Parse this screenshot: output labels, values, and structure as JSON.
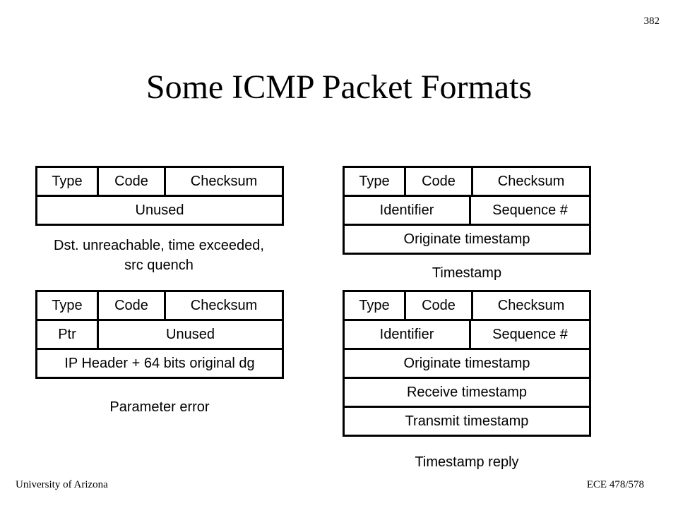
{
  "slide": {
    "page_number": "382",
    "title": "Some ICMP Packet Formats",
    "footer_left": "University of Arizona",
    "footer_right": "ECE 478/578"
  },
  "labels": {
    "type": "Type",
    "code": "Code",
    "checksum": "Checksum",
    "unused": "Unused",
    "ptr": "Ptr",
    "identifier": "Identifier",
    "sequence": "Sequence #",
    "ip_header": "IP Header + 64 bits original dg",
    "originate_ts": "Originate timestamp",
    "receive_ts": "Receive timestamp",
    "transmit_ts": "Transmit timestamp"
  },
  "captions": {
    "dst_unreachable_line1": "Dst. unreachable, time exceeded,",
    "dst_unreachable_line2": "src quench",
    "parameter_error": "Parameter error",
    "timestamp": "Timestamp",
    "timestamp_reply": "Timestamp reply"
  }
}
